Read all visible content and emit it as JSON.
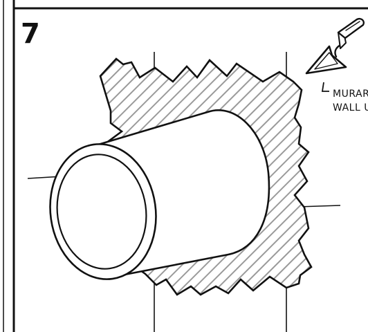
{
  "step": {
    "number": "7"
  },
  "callout": {
    "line1": "MURARE",
    "line2": "WALL U"
  },
  "icons": {
    "tool": "trowel-icon"
  },
  "colors": {
    "ink": "#111111",
    "hatch": "#9a9a9a",
    "paper": "#ffffff"
  }
}
